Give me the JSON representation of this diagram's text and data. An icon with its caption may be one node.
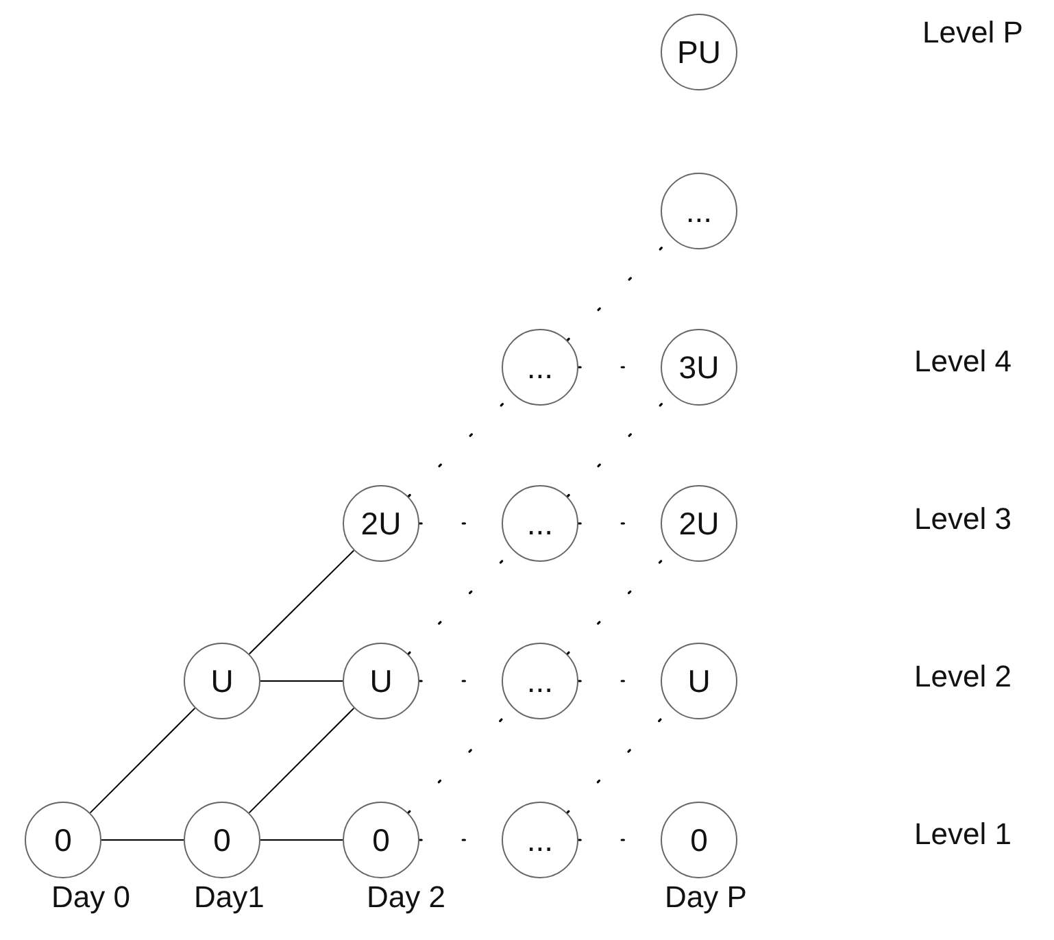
{
  "diagram": {
    "nodes": [
      {
        "text": [
          "PU"
        ]
      },
      {
        "text": [
          "..."
        ]
      },
      {
        "text": [
          "..."
        ]
      },
      {
        "text": [
          "3U"
        ]
      },
      {
        "text": [
          "2U"
        ]
      },
      {
        "text": [
          "..."
        ]
      },
      {
        "text": [
          "2U"
        ]
      },
      {
        "text": [
          "U"
        ]
      },
      {
        "text": [
          "U"
        ]
      },
      {
        "text": [
          "..."
        ]
      },
      {
        "text": [
          "U"
        ]
      },
      {
        "text": [
          "0"
        ],
        "beside": [
          "Day 0"
        ]
      },
      {
        "text": [
          "0"
        ],
        "beside": [
          "Day1"
        ]
      },
      {
        "text": [
          "0"
        ],
        "beside": [
          "Day 2"
        ]
      },
      {
        "text": [
          "..."
        ]
      },
      {
        "text": [
          "0"
        ],
        "beside": [
          "Day P"
        ]
      }
    ],
    "edges": [
      {
        "from": 11,
        "to": 12,
        "arrow": "none"
      },
      {
        "from": 11,
        "to": 7,
        "arrow": "none"
      },
      {
        "from": 12,
        "to": 13,
        "arrow": "none"
      },
      {
        "from": 7,
        "to": 8,
        "arrow": "none"
      },
      {
        "from": 12,
        "to": 8,
        "arrow": "none"
      },
      {
        "from": 7,
        "to": 4,
        "arrow": "none"
      },
      {
        "from": 13,
        "to": 14,
        "arrow": "none",
        "style": "dashed"
      },
      {
        "from": 14,
        "to": 15,
        "arrow": "none",
        "style": "dashed"
      },
      {
        "from": 8,
        "to": 9,
        "arrow": "none",
        "style": "dashed"
      },
      {
        "from": 9,
        "to": 10,
        "arrow": "none",
        "style": "dashed"
      },
      {
        "from": 4,
        "to": 5,
        "arrow": "none",
        "style": "dashed"
      },
      {
        "from": 5,
        "to": 6,
        "arrow": "none",
        "style": "dashed"
      },
      {
        "from": 2,
        "to": 3,
        "arrow": "none",
        "style": "dashed"
      },
      {
        "from": 13,
        "to": 9,
        "arrow": "none",
        "style": "dashed"
      },
      {
        "from": 8,
        "to": 5,
        "arrow": "none",
        "style": "dashed"
      },
      {
        "from": 4,
        "to": 2,
        "arrow": "none",
        "style": "dashed"
      },
      {
        "from": 14,
        "to": 10,
        "arrow": "none",
        "style": "dashed"
      },
      {
        "from": 9,
        "to": 6,
        "arrow": "none",
        "style": "dashed"
      },
      {
        "from": 5,
        "to": 3,
        "arrow": "none",
        "style": "dashed"
      },
      {
        "from": 2,
        "to": 1,
        "arrow": "none",
        "style": "dashed"
      }
    ],
    "labels": [
      "Level P",
      "Level 4",
      "Level 3",
      "Level 2",
      "Level 1"
    ]
  }
}
